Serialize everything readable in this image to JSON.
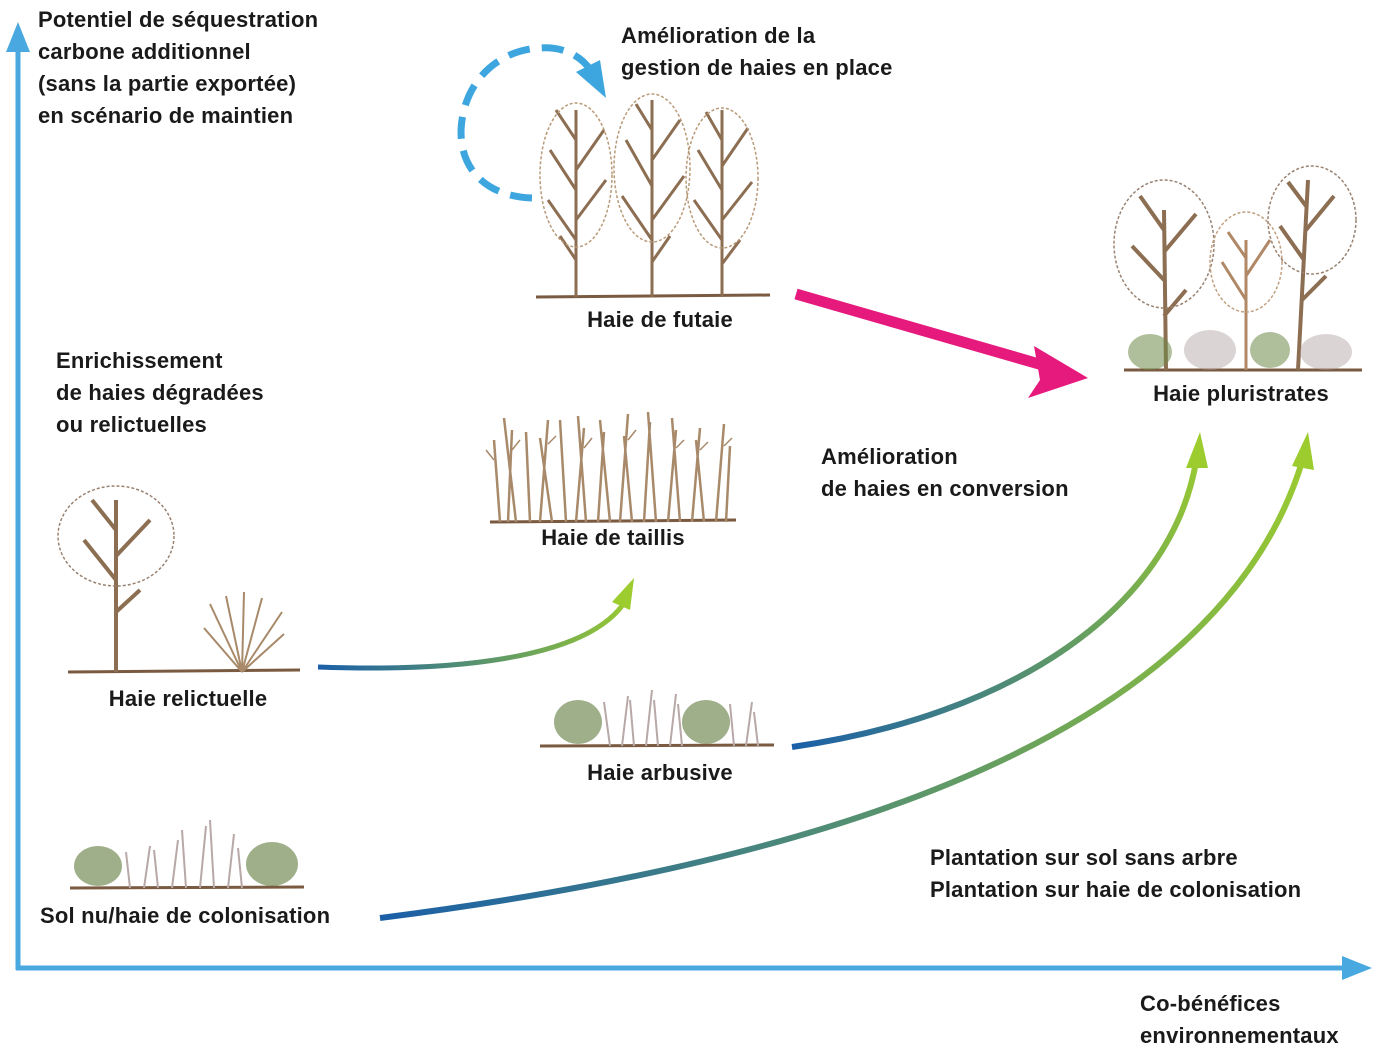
{
  "y_axis_label": "Potentiel de séquestration\ncarbone additionnel\n(sans la partie exportée)\nen scénario de maintien",
  "x_axis_label": "Co-bénéfices\nenvironnementaux",
  "nodes": {
    "futaie": "Haie de futaie",
    "taillis": "Haie de taillis",
    "pluristrates": "Haie pluristrates",
    "relictuelle": "Haie relictuelle",
    "arbusive": "Haie arbusive",
    "sol_nu": "Sol nu/haie de colonisation"
  },
  "annotations": {
    "gestion": "Amélioration de la\ngestion de haies en place",
    "enrichissement": "Enrichissement\nde haies dégradées\nou relictuelles",
    "conversion": "Amélioration\nde haies en conversion",
    "plantation": "Plantation sur sol sans arbre\nPlantation sur haie de colonisation"
  },
  "colors": {
    "axis": "#4aa8e0",
    "dashed_loop": "#3ea6df",
    "pink_arrow": "#e6197d",
    "gradient_start": "#1a5fa8",
    "gradient_end": "#9ccc2e",
    "trunk": "#8c6e52",
    "branch": "#a88a6a",
    "ground": "#7a5a40",
    "shrub_green": "#5e7a3a"
  },
  "icons": {
    "loop": "dashed-circular-arrow",
    "tree": "bare-tree-illustration",
    "shrub": "shrub-illustration"
  }
}
